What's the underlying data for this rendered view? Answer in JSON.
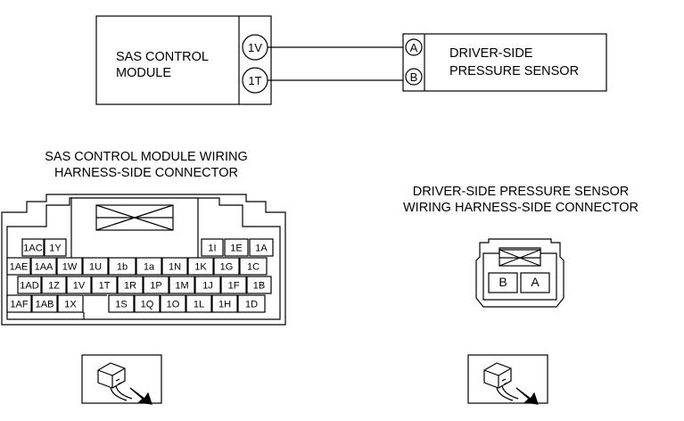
{
  "modules": {
    "sas": {
      "line1": "SAS CONTROL",
      "line2": "MODULE"
    },
    "sensor": {
      "line1": "DRIVER-SIDE",
      "line2": "PRESSURE SENSOR"
    }
  },
  "terminals": {
    "sas_a": "1V",
    "sas_b": "1T",
    "sensor_a": "A",
    "sensor_b": "B"
  },
  "captions": {
    "sas_connector": {
      "line1": "SAS CONTROL MODULE WIRING",
      "line2": "HARNESS-SIDE CONNECTOR"
    },
    "sensor_connector": {
      "line1": "DRIVER-SIDE PRESSURE SENSOR",
      "line2": "WIRING HARNESS-SIDE CONNECTOR"
    }
  },
  "sas_pins": {
    "row1": [
      "1AC",
      "1Y",
      "1I",
      "1E",
      "1A"
    ],
    "row2": [
      "1AE",
      "1AA",
      "1W",
      "1U",
      "1b",
      "1a",
      "1N",
      "1K",
      "1G",
      "1C"
    ],
    "row3": [
      "1AD",
      "1Z",
      "1V",
      "1T",
      "1R",
      "1P",
      "1M",
      "1J",
      "1F",
      "1B"
    ],
    "row4": [
      "1AF",
      "1AB",
      "1X",
      "1S",
      "1Q",
      "1O",
      "1L",
      "1H",
      "1D"
    ]
  },
  "sensor_pins": [
    "B",
    "A"
  ],
  "icons": {
    "left": "harness-side-connector-icon",
    "right": "harness-side-connector-icon"
  }
}
